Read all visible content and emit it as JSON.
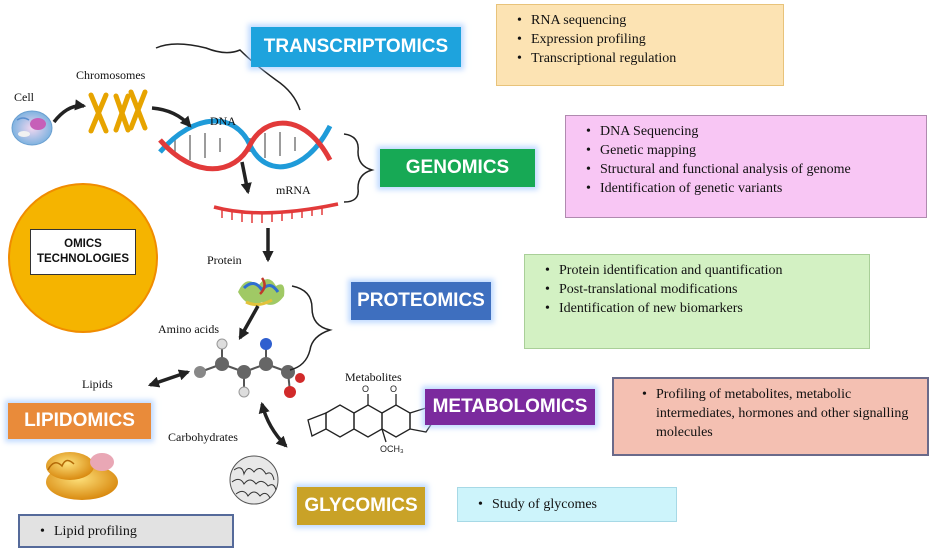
{
  "labels": {
    "cell": "Cell",
    "chromosomes": "Chromosomes",
    "dna": "DNA",
    "mrna": "mRNA",
    "protein": "Protein",
    "amino_acids": "Amino acids",
    "lipids": "Lipids",
    "carbohydrates": "Carbohydrates",
    "metabolites": "Metabolites"
  },
  "center": {
    "line1": "OMICS",
    "line2": "TECHNOLOGIES",
    "color": "#f5b400"
  },
  "omics": {
    "transcriptomics": {
      "label": "TRANSCRIPTOMICS",
      "color": "#1ea3dd"
    },
    "genomics": {
      "label": "GENOMICS",
      "color": "#17a955"
    },
    "proteomics": {
      "label": "PROTEOMICS",
      "color": "#3e6fbf"
    },
    "metabolomics": {
      "label": "METABOLOMICS",
      "color": "#7b2a9e"
    },
    "lipidomics": {
      "label": "LIPIDOMICS",
      "color": "#e98b3a"
    },
    "glycomics": {
      "label": "GLYCOMICS",
      "color": "#c9a227"
    }
  },
  "boxes": {
    "transcriptomics": {
      "bg": "#fce3b3",
      "items": [
        "RNA sequencing",
        "Expression profiling",
        "Transcriptional regulation"
      ]
    },
    "genomics": {
      "bg": "#f8c6f4",
      "items": [
        "DNA Sequencing",
        "Genetic mapping",
        "Structural and functional analysis of genome",
        "Identification of genetic variants"
      ]
    },
    "proteomics": {
      "bg": "#d3f1c3",
      "items": [
        "Protein identification and quantification",
        "Post-translational modifications",
        "Identification of new biomarkers"
      ]
    },
    "metabolomics": {
      "bg": "#f4c0b2",
      "items": [
        "Profiling of metabolites, metabolic intermediates, hormones and other signalling molecules"
      ]
    },
    "glycomics": {
      "bg": "#cdf4fb",
      "items": [
        "Study of glycomes"
      ]
    },
    "lipidomics": {
      "bg": "#e2e2e2",
      "items": [
        "Lipid profiling"
      ]
    }
  }
}
